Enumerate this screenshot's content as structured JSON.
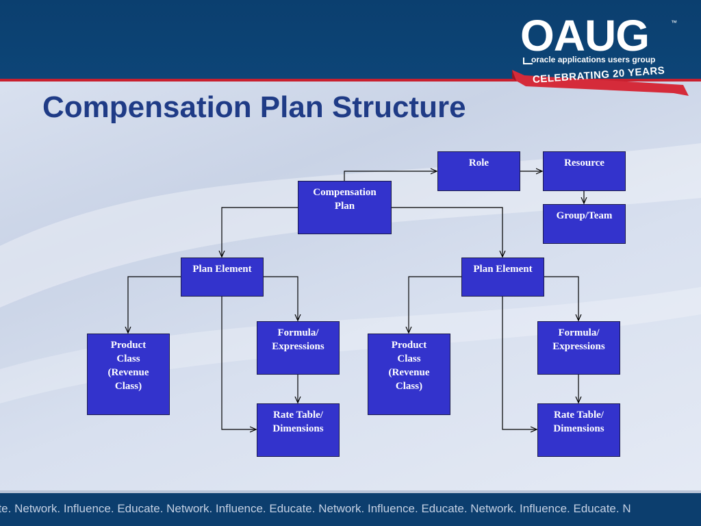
{
  "slide": {
    "title": "Compensation Plan Structure"
  },
  "logo": {
    "wordmark": "OAUG",
    "trademark": "™",
    "subtitle": "oracle applications users group",
    "ribbon": "CELEBRATING 20 YEARS"
  },
  "diagram": {
    "nodes": {
      "comp_plan": "Compensation\nPlan",
      "role": "Role",
      "resource": "Resource",
      "group_team": "Group/Team",
      "plan_element_left": "Plan Element",
      "plan_element_right": "Plan Element",
      "product_class_left": "Product\nClass\n(Revenue\nClass)",
      "formula_left": "Formula/\nExpressions",
      "rate_table_left": "Rate Table/\nDimensions",
      "product_class_right": "Product\nClass\n(Revenue\nClass)",
      "formula_right": "Formula/\nExpressions",
      "rate_table_right": "Rate Table/\nDimensions"
    },
    "colors": {
      "box_fill": "#3333cc",
      "box_text": "#ffffff",
      "connector": "#000000"
    }
  },
  "footer": {
    "tagline": "ate. Network. Influence. Educate. Network. Influence. Educate. Network. Influence. Educate. Network. Influence. Educate. N"
  },
  "theme": {
    "header_blue": "#0b3f6f",
    "title_blue": "#1f3b86",
    "accent_red": "#c8202f"
  }
}
